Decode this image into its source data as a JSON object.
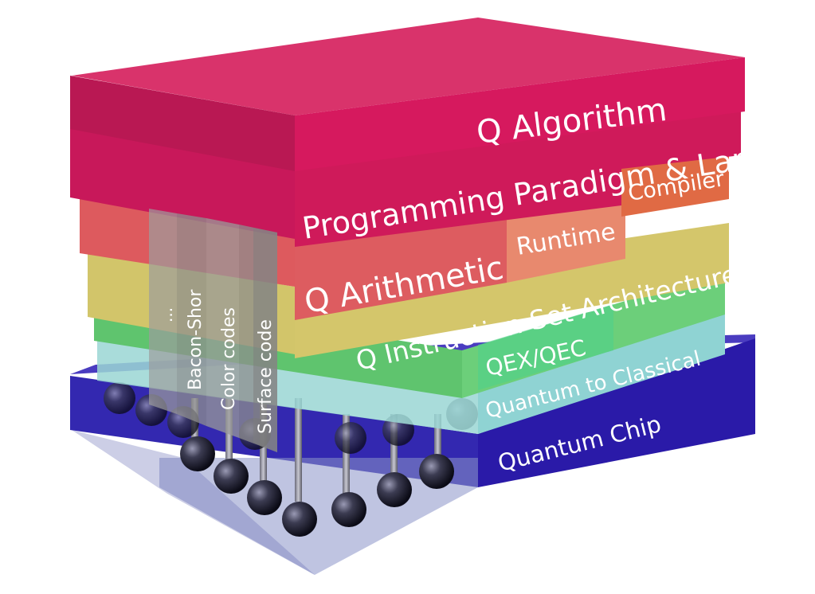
{
  "layers": {
    "algorithm": "Q Algorithm",
    "programming": "Programming Paradigm & Languages",
    "compiler": "Compiler",
    "arithmetic": "Q Arithmetic",
    "runtime": "Runtime",
    "isa": "Q Instruction Set Architecture",
    "qex": "QEX/QEC",
    "q2c": "Quantum to Classical",
    "chip": "Quantum Chip"
  },
  "codes": {
    "ellipsis": "...",
    "bacon": "Bacon-Shor",
    "color": "Color codes",
    "surface": "Surface code"
  },
  "colors": {
    "algorithm": "#d6195e",
    "programming": "#cc1a58",
    "arithmetic": "#dd5a5e",
    "runtime": "#e8896e",
    "compiler": "#e06a44",
    "isa": "#d2c56a",
    "qec": "#5fc46e",
    "q2c": "#8fd3d3",
    "chip": "#2a1aa8"
  }
}
